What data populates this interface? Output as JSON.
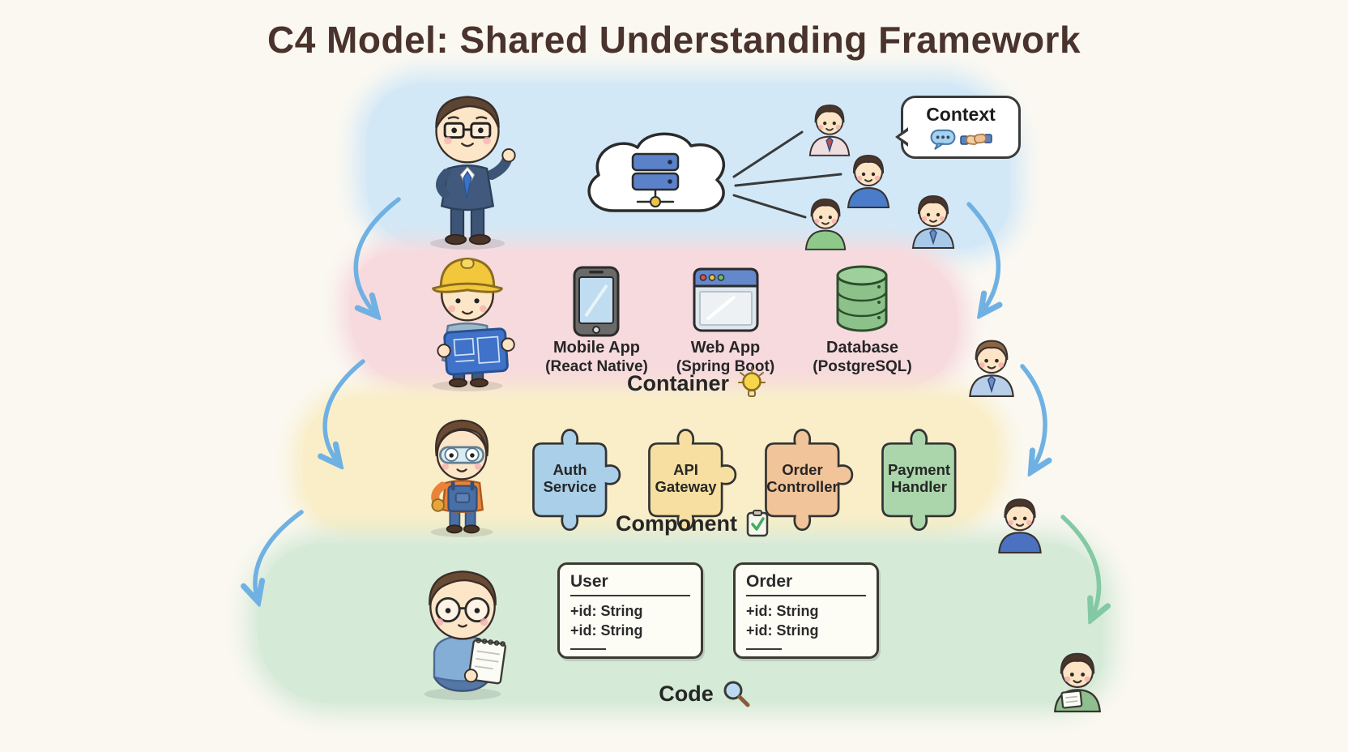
{
  "title": "C4 Model: Shared Understanding Framework",
  "levels": {
    "context": {
      "label": "Context",
      "bubble_icons": [
        "speech-bubble",
        "handshake"
      ]
    },
    "container": {
      "label": "Container",
      "badge_icon": "lightbulb",
      "items": [
        {
          "name": "Mobile App",
          "tech": "(React Native)",
          "icon": "smartphone"
        },
        {
          "name": "Web App",
          "tech": "(Spring Boot)",
          "icon": "browser-window"
        },
        {
          "name": "Database",
          "tech": "(PostgreSQL)",
          "icon": "database-cylinder"
        }
      ]
    },
    "component": {
      "label": "Component",
      "badge_icon": "clipboard-check",
      "items": [
        {
          "name": "Auth Service"
        },
        {
          "name": "API Gateway"
        },
        {
          "name": "Order Controller"
        },
        {
          "name": "Payment Handler"
        }
      ]
    },
    "code": {
      "label": "Code",
      "badge_icon": "magnifying-glass",
      "classes": [
        {
          "name": "User",
          "fields": [
            "+id: String",
            "+id: String"
          ]
        },
        {
          "name": "Order",
          "fields": [
            "+id: String",
            "+id: String"
          ]
        }
      ]
    }
  },
  "colors": {
    "context_band": "#d3e8f7",
    "container_band": "#f7dade",
    "component_band": "#f9eec8",
    "code_band": "#d6ead8",
    "puzzle_auth_service": "#a9cfe9",
    "puzzle_api_gateway": "#f6dfa0",
    "puzzle_order_controller": "#f1c49a",
    "puzzle_payment_handler": "#abd6ab",
    "arrow_blue": "#6fb1e3",
    "arrow_green": "#82c9a4",
    "title_text": "#4a332c",
    "server_blue": "#5b82c9",
    "database_green": "#8cc289"
  }
}
